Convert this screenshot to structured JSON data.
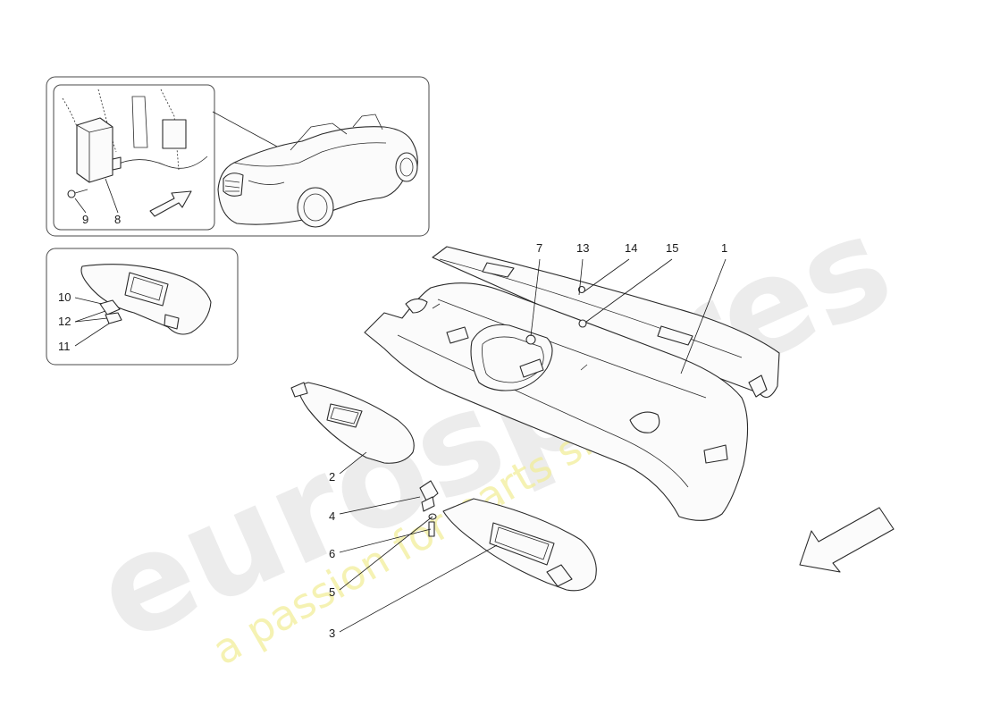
{
  "watermark": {
    "logo_text": "eurospares",
    "tagline": "a passion for parts since 1985"
  },
  "insets": {
    "car_module": {
      "callouts": [
        "9",
        "8"
      ]
    },
    "visor_detail": {
      "callouts": [
        "10",
        "12",
        "11"
      ]
    }
  },
  "main": {
    "callouts": [
      "7",
      "13",
      "14",
      "15",
      "1",
      "2",
      "4",
      "6",
      "5",
      "3"
    ]
  },
  "direction_arrow": {
    "icon": "direction-arrow-icon"
  }
}
